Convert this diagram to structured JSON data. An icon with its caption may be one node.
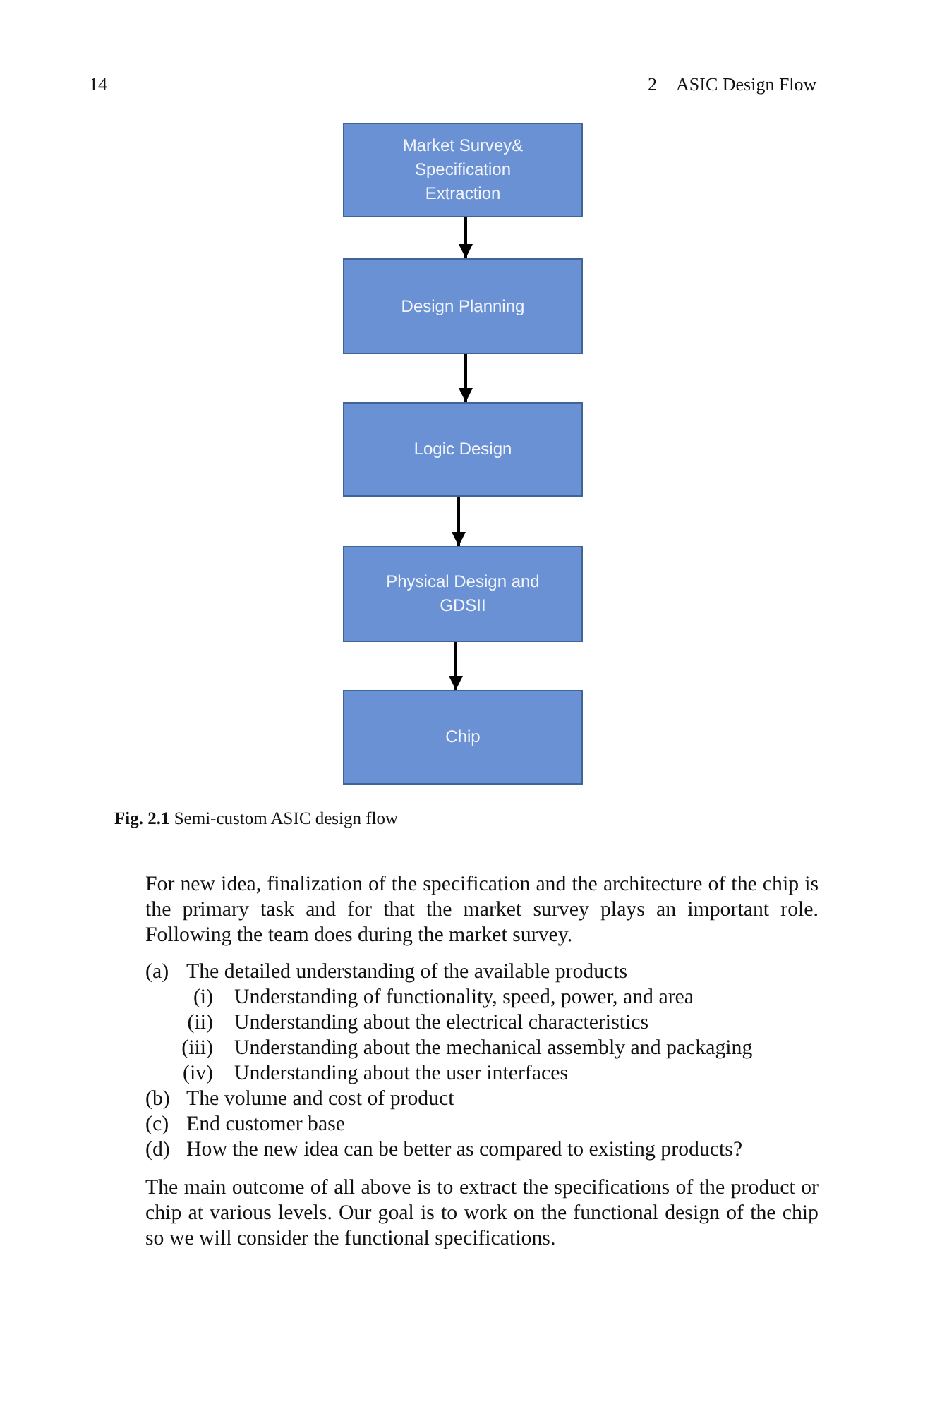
{
  "diagram": {
    "caption": "**Fig. 2.1** Semi-custom ASIC design flow",
    "nodes": [
      {
        "text": [
          "Market Survey& Specification Extraction"
        ]
      },
      {
        "text": [
          "Design Planning"
        ]
      },
      {
        "text": [
          "Logic Design"
        ]
      },
      {
        "text": [
          "Physical Design and GDSII"
        ]
      },
      {
        "text": [
          "Chip"
        ]
      }
    ],
    "edges": [
      {
        "from": 0,
        "to": 1,
        "arrow": "to"
      },
      {
        "from": 1,
        "to": 2,
        "arrow": "to"
      },
      {
        "from": 2,
        "to": 3,
        "arrow": "to"
      },
      {
        "from": 3,
        "to": 4,
        "arrow": "to"
      }
    ],
    "labels": [
      "14",
      "2",
      "ASIC Design Flow",
      "For new idea, finalization of the specification and the architecture of the chip is the primary task and for that the market survey plays an important role. Following the team does during the market survey.",
      "(a)",
      "The detailed understanding of the available products",
      "(i)",
      "Understanding of functionality, speed, power, and area",
      "(ii)",
      "Understanding about the electrical characteristics",
      "(iii)",
      "Understanding about the mechanical assembly and packaging",
      "(iv)",
      "Understanding about the user interfaces",
      "(b)",
      "The volume and cost of product",
      "(c)",
      "End customer base",
      "(d)",
      "How the new idea can be better as compared to existing products?",
      "The main outcome of all above is to extract the specifications of the product or chip at various levels. Our goal is to work on the functional design of the chip so we will consider the functional specifications."
    ]
  }
}
